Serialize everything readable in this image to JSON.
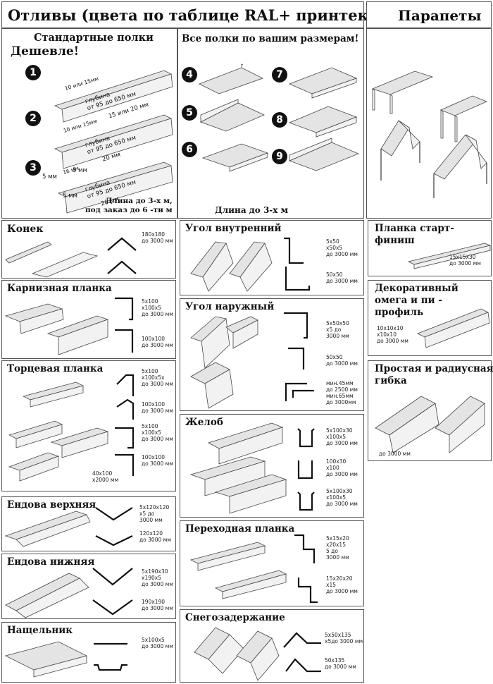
{
  "header": {
    "title": "Отливы (цвета по таблице RAL+ принтек)",
    "parapets_title": "Парапеты"
  },
  "otlivy": {
    "standard_title": "Стандартные полки",
    "cheaper": "Дешевле!",
    "custom_title": "Все полки по вашим размерам!",
    "numbers": [
      "1",
      "2",
      "3",
      "4",
      "5",
      "6",
      "7",
      "8",
      "9"
    ],
    "shelf1": {
      "edge": "10 или 15мм",
      "depth": "глубина\nот 95 до 650 мм",
      "bottom": "15 или 20 мм"
    },
    "shelf2": {
      "edge": "10 или 15мм",
      "depth": "глубина\nот 95 до 650 мм",
      "bottom": "20 мм",
      "side": "5 мм"
    },
    "shelf3": {
      "edge": "16 мм",
      "depth": "глубина\nот 95 до 650 мм",
      "bottom": "20 мм",
      "side1": "5 мм",
      "side2": "5 мм"
    },
    "length_left": "Длина до 3-х м,\nпод заказ до 6 -ти м",
    "length_right": "Длина до 3-х м"
  },
  "sections": {
    "konek": {
      "title": "Конек",
      "spec": "180х180\nдо 3000 мм"
    },
    "karniz": {
      "title": "Карнизная планка",
      "spec1": "5х100\nх100х5\nдо 3000 мм",
      "spec2": "100х100\nдо 3000 мм"
    },
    "torcevaya": {
      "title": "Торцевая планка",
      "spec1": "5х100\nх100х5х\nдо 3000 мм",
      "spec2": "100х100\nдо 3000 мм",
      "spec3": "5х100\nх100х5\nдо 3000 мм",
      "spec4": "100х100\nдо 3000 мм",
      "spec5": "40х100\nх2000 мм"
    },
    "endova_verh": {
      "title": "Ендова верхняя",
      "spec1": "5х120х120\nх5 до\n3000 мм",
      "spec2": "120х120\nдо 3000 мм"
    },
    "endova_niz": {
      "title": "Ендова нижняя",
      "spec1": "5х190х30\nх190х5\nдо 3000 мм",
      "spec2": "190х190\nдо 3000 мм"
    },
    "nashelnik": {
      "title": "Нащельник",
      "spec": "5х100х5\nдо 3000 мм"
    },
    "ugol_vnutr": {
      "title": "Угол внутренний",
      "spec1": "5х50\nх50х5\nдо 3000 мм",
      "spec2": "50х50\nдо 3000 мм"
    },
    "ugol_naruzh": {
      "title": "Угол наружный",
      "spec1": "5х50х50\nх5 до\n3000 мм",
      "spec2": "50х50\nдо 3000 мм",
      "spec3": "мин.45мм\nдо 2500 мм\nмин.65мм\nдо 3000мм"
    },
    "zhelob": {
      "title": "Желоб",
      "spec1": "5х100х30\nх100х5\nдо 3000 мм",
      "spec2": "100х30\nх100\nдо 3000 мм",
      "spec3": "5х100х30\nх100х5\nдо 3000 мм"
    },
    "perehod": {
      "title": "Переходная планка",
      "spec1": "5х15х20\nх20х15\n5 до\n3000 мм",
      "spec2": "15х20х20\nх15\nдо 3000 мм"
    },
    "sneg": {
      "title": "Снегозадержание",
      "spec1": "5х50х135\nх5до 3000 мм",
      "spec2": "50х135\nдо 3000 мм"
    },
    "start_finish": {
      "title": "Планка старт-\nфиниш",
      "spec": "15х15х30\nдо 3000 мм"
    },
    "omega": {
      "title": "Декоративный\nомега и пи -\nпрофиль",
      "spec": "10х10х10\nх10х10\nдо 3000 мм"
    },
    "gibka": {
      "title": "Простая и радиусная\nгибка",
      "spec": "до 3000 мм"
    }
  }
}
